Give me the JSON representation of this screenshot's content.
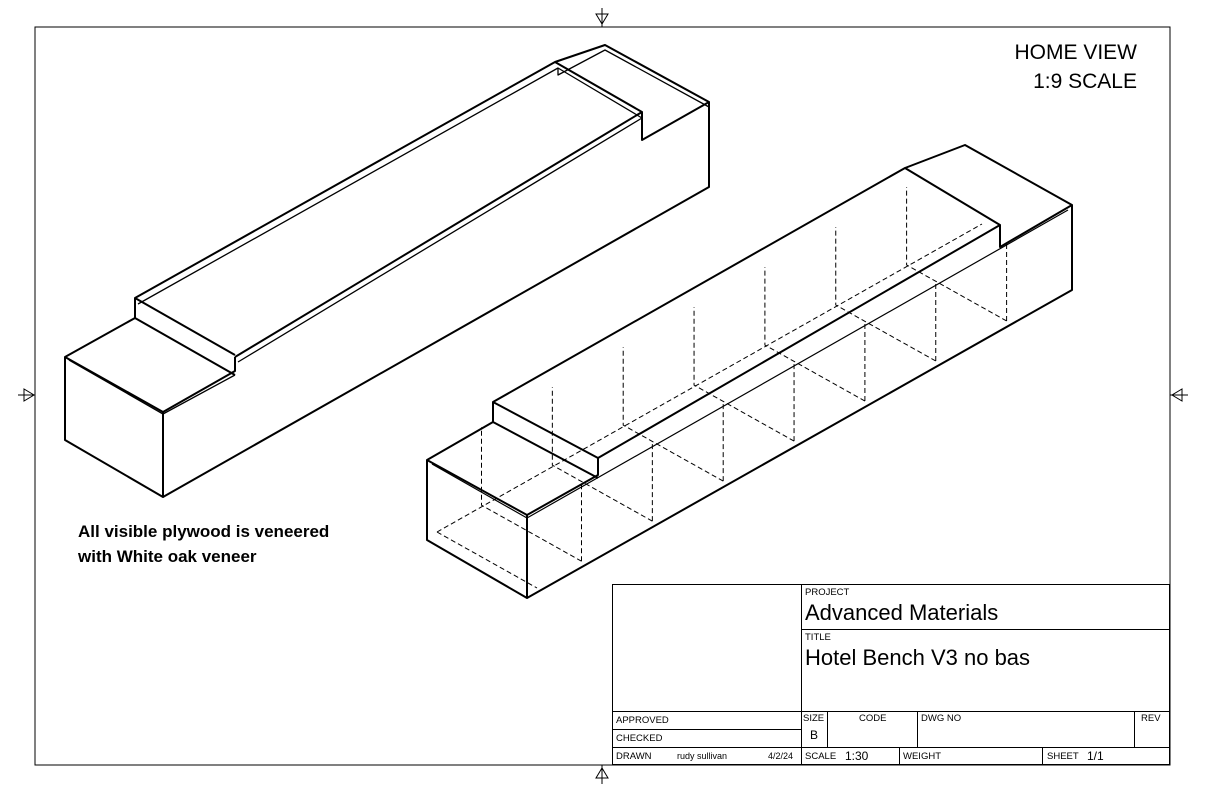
{
  "view_label": {
    "line1": "HOME VIEW",
    "line2": "1:9 SCALE"
  },
  "note": {
    "line1": "All visible plywood is veneered",
    "line2": "with White oak veneer"
  },
  "title_block": {
    "project_label": "PROJECT",
    "project": "Advanced Materials",
    "title_label": "TITLE",
    "title": "Hotel Bench V3 no bas",
    "approved_label": "APPROVED",
    "checked_label": "CHECKED",
    "drawn_label": "DRAWN",
    "drawn_by": "rudy sullivan",
    "drawn_date": "4/2/24",
    "size_label": "SIZE",
    "size": "B",
    "code_label": "CODE",
    "dwg_no_label": "DWG NO",
    "rev_label": "REV",
    "scale_label": "SCALE",
    "scale": "1:30",
    "weight_label": "WEIGHT",
    "sheet_label": "SHEET",
    "sheet": "1/1"
  }
}
